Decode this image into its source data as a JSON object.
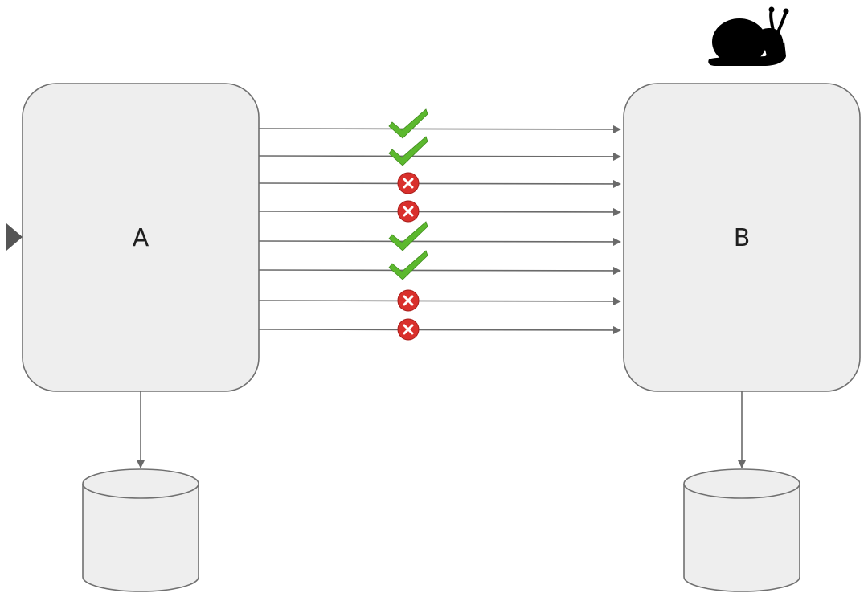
{
  "nodes": {
    "a": {
      "label": "A"
    },
    "b": {
      "label": "B"
    }
  },
  "connections": [
    {
      "status": "success"
    },
    {
      "status": "success"
    },
    {
      "status": "failure"
    },
    {
      "status": "failure"
    },
    {
      "status": "success"
    },
    {
      "status": "success"
    },
    {
      "status": "failure"
    },
    {
      "status": "failure"
    }
  ],
  "icons": {
    "success": "checkmark-icon",
    "failure": "error-x-icon",
    "slow_indicator": "snail-icon",
    "entry": "entry-arrow-icon"
  },
  "colors": {
    "node_fill": "#eeeeee",
    "node_stroke": "#707070",
    "arrow": "#6a6a6a",
    "success": "#5cb82e",
    "failure": "#d9302c",
    "snail": "#000000"
  }
}
